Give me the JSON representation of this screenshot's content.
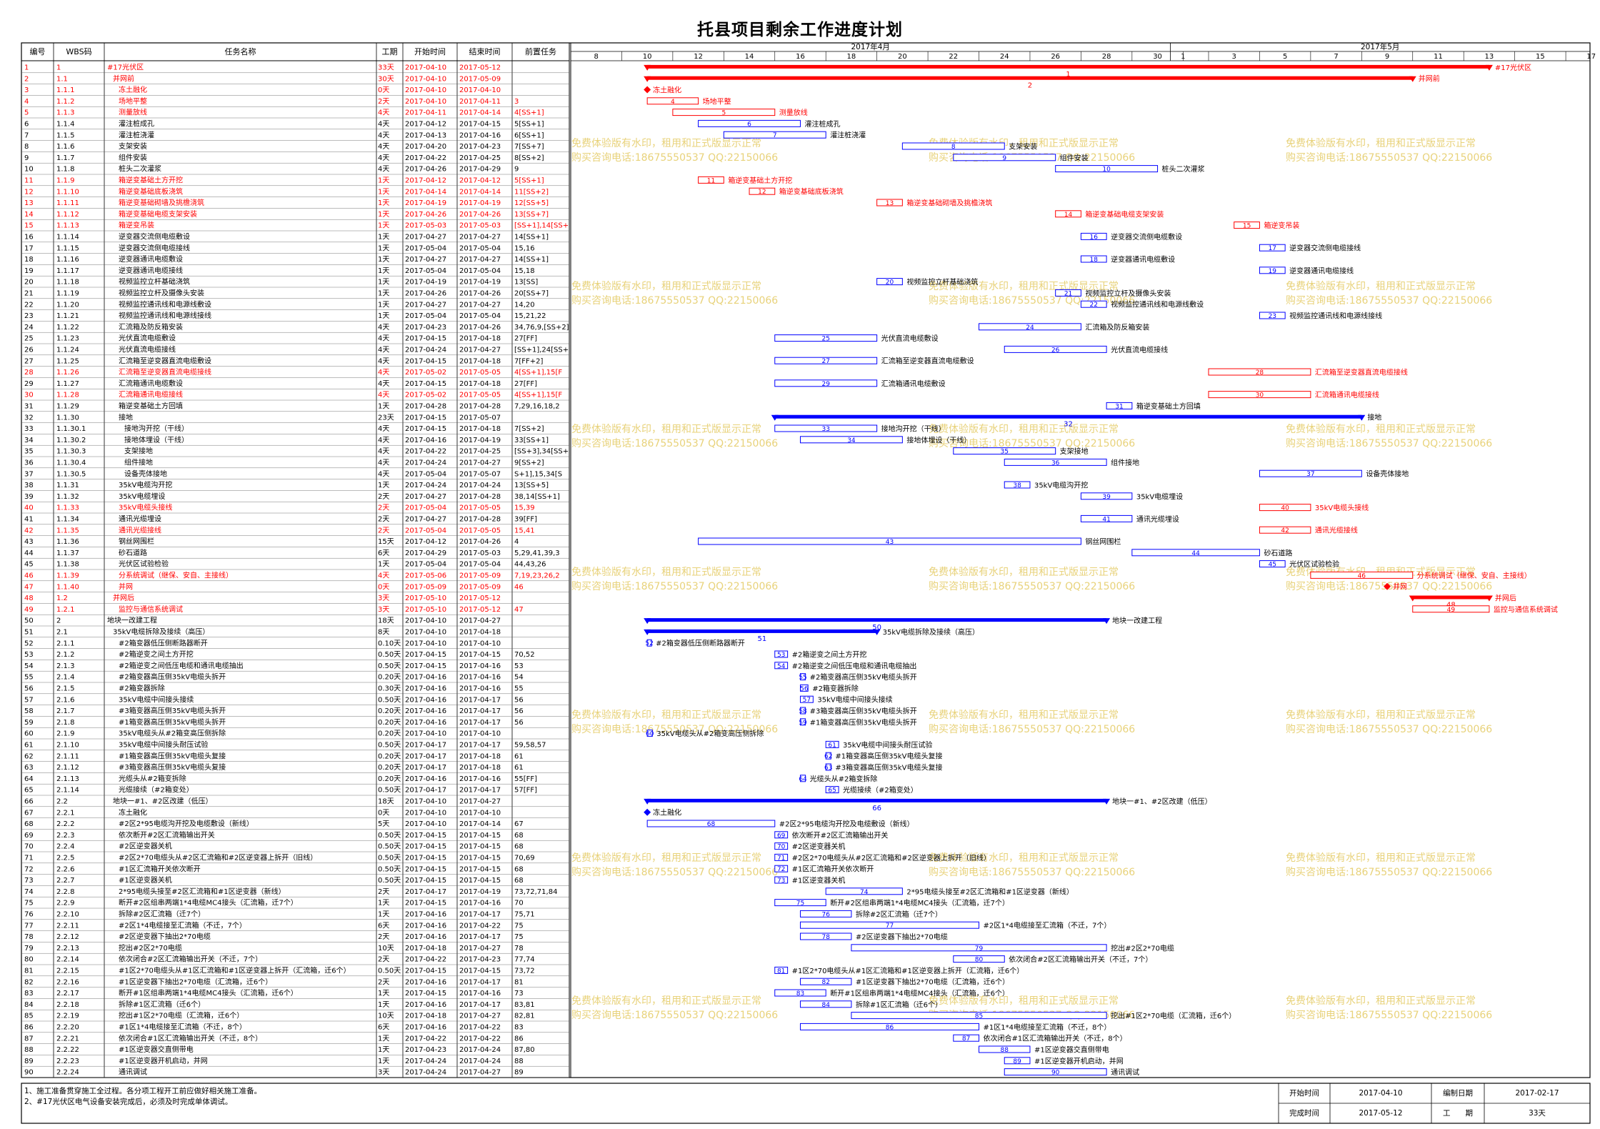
{
  "title": "托县项目剩余工作进度计划",
  "headers": {
    "num": "编号",
    "wbs": "WBS码",
    "name": "任务名称",
    "dur": "工期",
    "start": "开始时间",
    "end": "结束时间",
    "pred": "前置任务"
  },
  "months": [
    "2017年4月",
    "2017年5月"
  ],
  "day_ticks": [
    {
      "label": "8",
      "day": 8
    },
    {
      "label": "10",
      "day": 10
    },
    {
      "label": "12",
      "day": 12
    },
    {
      "label": "14",
      "day": 14
    },
    {
      "label": "16",
      "day": 16
    },
    {
      "label": "18",
      "day": 18
    },
    {
      "label": "20",
      "day": 20
    },
    {
      "label": "22",
      "day": 22
    },
    {
      "label": "24",
      "day": 24
    },
    {
      "label": "26",
      "day": 26
    },
    {
      "label": "28",
      "day": 28
    },
    {
      "label": "30",
      "day": 30
    },
    {
      "label": "1",
      "day": 31
    },
    {
      "label": "3",
      "day": 33
    },
    {
      "label": "5",
      "day": 35
    },
    {
      "label": "7",
      "day": 37
    },
    {
      "label": "9",
      "day": 39
    },
    {
      "label": "11",
      "day": 41
    },
    {
      "label": "13",
      "day": 43
    },
    {
      "label": "15",
      "day": 45
    },
    {
      "label": "17",
      "day": 47
    }
  ],
  "tasks": [
    {
      "n": "1",
      "w": "1",
      "name": "#17光伏区",
      "dur": "33天",
      "s": "2017-04-10",
      "e": "2017-05-12",
      "p": "",
      "red": true
    },
    {
      "n": "2",
      "w": "1.1",
      "name": "并网前",
      "dur": "30天",
      "s": "2017-04-10",
      "e": "2017-05-09",
      "p": "",
      "red": true
    },
    {
      "n": "3",
      "w": "1.1.1",
      "name": "冻土融化",
      "dur": "0天",
      "s": "2017-04-10",
      "e": "2017-04-10",
      "p": "",
      "red": true
    },
    {
      "n": "4",
      "w": "1.1.2",
      "name": "场地平整",
      "dur": "2天",
      "s": "2017-04-10",
      "e": "2017-04-11",
      "p": "3",
      "red": true
    },
    {
      "n": "5",
      "w": "1.1.3",
      "name": "测量放线",
      "dur": "4天",
      "s": "2017-04-11",
      "e": "2017-04-14",
      "p": "4[SS+1]",
      "red": true
    },
    {
      "n": "6",
      "w": "1.1.4",
      "name": "灌注桩成孔",
      "dur": "4天",
      "s": "2017-04-12",
      "e": "2017-04-15",
      "p": "5[SS+1]",
      "red": false
    },
    {
      "n": "7",
      "w": "1.1.5",
      "name": "灌注桩浇灌",
      "dur": "4天",
      "s": "2017-04-13",
      "e": "2017-04-16",
      "p": "6[SS+1]",
      "red": false
    },
    {
      "n": "8",
      "w": "1.1.6",
      "name": "支架安装",
      "dur": "4天",
      "s": "2017-04-20",
      "e": "2017-04-23",
      "p": "7[SS+7]",
      "red": false
    },
    {
      "n": "9",
      "w": "1.1.7",
      "name": "组件安装",
      "dur": "4天",
      "s": "2017-04-22",
      "e": "2017-04-25",
      "p": "8[SS+2]",
      "red": false
    },
    {
      "n": "10",
      "w": "1.1.8",
      "name": "桩头二次灌浆",
      "dur": "4天",
      "s": "2017-04-26",
      "e": "2017-04-29",
      "p": "9",
      "red": false
    },
    {
      "n": "11",
      "w": "1.1.9",
      "name": "箱逆变基础土方开挖",
      "dur": "1天",
      "s": "2017-04-12",
      "e": "2017-04-12",
      "p": "5[SS+1]",
      "red": true
    },
    {
      "n": "12",
      "w": "1.1.10",
      "name": "箱逆变基础底板浇筑",
      "dur": "1天",
      "s": "2017-04-14",
      "e": "2017-04-14",
      "p": "11[SS+2]",
      "red": true
    },
    {
      "n": "13",
      "w": "1.1.11",
      "name": "箱逆变基础砌墙及挑檐浇筑",
      "dur": "1天",
      "s": "2017-04-19",
      "e": "2017-04-19",
      "p": "12[SS+5]",
      "red": true
    },
    {
      "n": "14",
      "w": "1.1.12",
      "name": "箱逆变基础电缆支架安装",
      "dur": "1天",
      "s": "2017-04-26",
      "e": "2017-04-26",
      "p": "13[SS+7]",
      "red": true
    },
    {
      "n": "15",
      "w": "1.1.13",
      "name": "箱逆变吊装",
      "dur": "1天",
      "s": "2017-05-03",
      "e": "2017-05-03",
      "p": "[SS+1],14[SS+",
      "red": true
    },
    {
      "n": "16",
      "w": "1.1.14",
      "name": "逆变器交流侧电缆敷设",
      "dur": "1天",
      "s": "2017-04-27",
      "e": "2017-04-27",
      "p": "14[SS+1]",
      "red": false
    },
    {
      "n": "17",
      "w": "1.1.15",
      "name": "逆变器交流侧电缆接线",
      "dur": "1天",
      "s": "2017-05-04",
      "e": "2017-05-04",
      "p": "15,16",
      "red": false
    },
    {
      "n": "18",
      "w": "1.1.16",
      "name": "逆变器通讯电缆敷设",
      "dur": "1天",
      "s": "2017-04-27",
      "e": "2017-04-27",
      "p": "14[SS+1]",
      "red": false
    },
    {
      "n": "19",
      "w": "1.1.17",
      "name": "逆变器通讯电缆接线",
      "dur": "1天",
      "s": "2017-05-04",
      "e": "2017-05-04",
      "p": "15,18",
      "red": false
    },
    {
      "n": "20",
      "w": "1.1.18",
      "name": "视频监控立杆基础浇筑",
      "dur": "1天",
      "s": "2017-04-19",
      "e": "2017-04-19",
      "p": "13[SS]",
      "red": false
    },
    {
      "n": "21",
      "w": "1.1.19",
      "name": "视频监控立杆及摄像头安装",
      "dur": "1天",
      "s": "2017-04-26",
      "e": "2017-04-26",
      "p": "20[SS+7]",
      "red": false
    },
    {
      "n": "22",
      "w": "1.1.20",
      "name": "视频监控通讯线和电源线敷设",
      "dur": "1天",
      "s": "2017-04-27",
      "e": "2017-04-27",
      "p": "14,20",
      "red": false
    },
    {
      "n": "23",
      "w": "1.1.21",
      "name": "视频监控通讯线和电源线接线",
      "dur": "1天",
      "s": "2017-05-04",
      "e": "2017-05-04",
      "p": "15,21,22",
      "red": false
    },
    {
      "n": "24",
      "w": "1.1.22",
      "name": "汇流箱及防反箱安装",
      "dur": "4天",
      "s": "2017-04-23",
      "e": "2017-04-26",
      "p": "34,76,9,[SS+2]",
      "red": false
    },
    {
      "n": "25",
      "w": "1.1.23",
      "name": "光伏直流电缆敷设",
      "dur": "4天",
      "s": "2017-04-15",
      "e": "2017-04-18",
      "p": "27[FF]",
      "red": false
    },
    {
      "n": "26",
      "w": "1.1.24",
      "name": "光伏直流电缆接线",
      "dur": "4天",
      "s": "2017-04-24",
      "e": "2017-04-27",
      "p": "[SS+1],24[SS+",
      "red": false
    },
    {
      "n": "27",
      "w": "1.1.25",
      "name": "汇流箱至逆变器直流电缆敷设",
      "dur": "4天",
      "s": "2017-04-15",
      "e": "2017-04-18",
      "p": "7[FF+2]",
      "red": false
    },
    {
      "n": "28",
      "w": "1.1.26",
      "name": "汇流箱至逆变器直流电缆接线",
      "dur": "4天",
      "s": "2017-05-02",
      "e": "2017-05-05",
      "p": "4[SS+1],15[F",
      "red": true
    },
    {
      "n": "29",
      "w": "1.1.27",
      "name": "汇流箱通讯电缆敷设",
      "dur": "4天",
      "s": "2017-04-15",
      "e": "2017-04-18",
      "p": "27[FF]",
      "red": false
    },
    {
      "n": "30",
      "w": "1.1.28",
      "name": "汇流箱通讯电缆接线",
      "dur": "4天",
      "s": "2017-05-02",
      "e": "2017-05-05",
      "p": "4[SS+1],15[F",
      "red": true
    },
    {
      "n": "31",
      "w": "1.1.29",
      "name": "箱逆变基础土方回填",
      "dur": "1天",
      "s": "2017-04-28",
      "e": "2017-04-28",
      "p": "7,29,16,18,2",
      "red": false
    },
    {
      "n": "32",
      "w": "1.1.30",
      "name": "接地",
      "dur": "23天",
      "s": "2017-04-15",
      "e": "2017-05-07",
      "p": "",
      "red": false
    },
    {
      "n": "33",
      "w": "1.1.30.1",
      "name": "接地沟开挖（干线）",
      "dur": "4天",
      "s": "2017-04-15",
      "e": "2017-04-18",
      "p": "7[SS+2]",
      "red": false
    },
    {
      "n": "34",
      "w": "1.1.30.2",
      "name": "接地体埋设（干线）",
      "dur": "4天",
      "s": "2017-04-16",
      "e": "2017-04-19",
      "p": "33[SS+1]",
      "red": false
    },
    {
      "n": "35",
      "w": "1.1.30.3",
      "name": "支架接地",
      "dur": "4天",
      "s": "2017-04-22",
      "e": "2017-04-25",
      "p": "[SS+3],34[SS+",
      "red": false
    },
    {
      "n": "36",
      "w": "1.1.30.4",
      "name": "组件接地",
      "dur": "4天",
      "s": "2017-04-24",
      "e": "2017-04-27",
      "p": "9[SS+2]",
      "red": false
    },
    {
      "n": "37",
      "w": "1.1.30.5",
      "name": "设备壳体接地",
      "dur": "4天",
      "s": "2017-05-04",
      "e": "2017-05-07",
      "p": "S+1],15,34[S",
      "red": false
    },
    {
      "n": "38",
      "w": "1.1.31",
      "name": "35kV电缆沟开挖",
      "dur": "1天",
      "s": "2017-04-24",
      "e": "2017-04-24",
      "p": "13[SS+5]",
      "red": false
    },
    {
      "n": "39",
      "w": "1.1.32",
      "name": "35kV电缆埋设",
      "dur": "2天",
      "s": "2017-04-27",
      "e": "2017-04-28",
      "p": "38,14[SS+1]",
      "red": false
    },
    {
      "n": "40",
      "w": "1.1.33",
      "name": "35kV电缆头接线",
      "dur": "2天",
      "s": "2017-05-04",
      "e": "2017-05-05",
      "p": "15,39",
      "red": true
    },
    {
      "n": "41",
      "w": "1.1.34",
      "name": "通讯光缆埋设",
      "dur": "2天",
      "s": "2017-04-27",
      "e": "2017-04-28",
      "p": "39[FF]",
      "red": false
    },
    {
      "n": "42",
      "w": "1.1.35",
      "name": "通讯光缆接线",
      "dur": "2天",
      "s": "2017-05-04",
      "e": "2017-05-05",
      "p": "15,41",
      "red": true
    },
    {
      "n": "43",
      "w": "1.1.36",
      "name": "钢丝网围栏",
      "dur": "15天",
      "s": "2017-04-12",
      "e": "2017-04-26",
      "p": "4",
      "red": false
    },
    {
      "n": "44",
      "w": "1.1.37",
      "name": "砂石道路",
      "dur": "6天",
      "s": "2017-04-29",
      "e": "2017-05-03",
      "p": "5,29,41,39,3",
      "red": false
    },
    {
      "n": "45",
      "w": "1.1.38",
      "name": "光伏区试验检验",
      "dur": "1天",
      "s": "2017-05-04",
      "e": "2017-05-04",
      "p": "44,43,26",
      "red": false
    },
    {
      "n": "46",
      "w": "1.1.39",
      "name": "分系统调试（继保、安自、主接线）",
      "dur": "4天",
      "s": "2017-05-06",
      "e": "2017-05-09",
      "p": "7,19,23,26,2",
      "red": true
    },
    {
      "n": "47",
      "w": "1.1.40",
      "name": "并网",
      "dur": "0天",
      "s": "2017-05-09",
      "e": "2017-05-09",
      "p": "46",
      "red": true
    },
    {
      "n": "48",
      "w": "1.2",
      "name": "并网后",
      "dur": "3天",
      "s": "2017-05-10",
      "e": "2017-05-12",
      "p": "",
      "red": true
    },
    {
      "n": "49",
      "w": "1.2.1",
      "name": "监控与通信系统调试",
      "dur": "3天",
      "s": "2017-05-10",
      "e": "2017-05-12",
      "p": "47",
      "red": true
    },
    {
      "n": "50",
      "w": "2",
      "name": "地块一改建工程",
      "dur": "18天",
      "s": "2017-04-10",
      "e": "2017-04-27",
      "p": "",
      "red": false
    },
    {
      "n": "51",
      "w": "2.1",
      "name": "35kV电缆拆除及接续（高压）",
      "dur": "8天",
      "s": "2017-04-10",
      "e": "2017-04-18",
      "p": "",
      "red": false
    },
    {
      "n": "52",
      "w": "2.1.1",
      "name": "#2箱变器低压侧断路器断开",
      "dur": "0.10天",
      "s": "2017-04-10",
      "e": "2017-04-10",
      "p": "",
      "red": false
    },
    {
      "n": "53",
      "w": "2.1.2",
      "name": "#2箱逆变之间土方开挖",
      "dur": "0.50天",
      "s": "2017-04-15",
      "e": "2017-04-15",
      "p": "70,52",
      "red": false
    },
    {
      "n": "54",
      "w": "2.1.3",
      "name": "#2箱逆变之间低压电缆和通讯电缆抽出",
      "dur": "0.50天",
      "s": "2017-04-15",
      "e": "2017-04-16",
      "p": "53",
      "red": false
    },
    {
      "n": "55",
      "w": "2.1.4",
      "name": "#2箱变器高压侧35kV电缆头拆开",
      "dur": "0.20天",
      "s": "2017-04-16",
      "e": "2017-04-16",
      "p": "54",
      "red": false
    },
    {
      "n": "56",
      "w": "2.1.5",
      "name": "#2箱变器拆除",
      "dur": "0.30天",
      "s": "2017-04-16",
      "e": "2017-04-16",
      "p": "55",
      "red": false
    },
    {
      "n": "57",
      "w": "2.1.6",
      "name": "35kV电缆中间接头接续",
      "dur": "0.50天",
      "s": "2017-04-16",
      "e": "2017-04-17",
      "p": "56",
      "red": false
    },
    {
      "n": "58",
      "w": "2.1.7",
      "name": "#3箱变器高压侧35kV电缆头拆开",
      "dur": "0.20天",
      "s": "2017-04-16",
      "e": "2017-04-17",
      "p": "56",
      "red": false
    },
    {
      "n": "59",
      "w": "2.1.8",
      "name": "#1箱变器高压侧35kV电缆头拆开",
      "dur": "0.20天",
      "s": "2017-04-16",
      "e": "2017-04-17",
      "p": "56",
      "red": false
    },
    {
      "n": "60",
      "w": "2.1.9",
      "name": "35kV电缆头从#2箱变高压侧拆除",
      "dur": "0.20天",
      "s": "2017-04-10",
      "e": "2017-04-10",
      "p": "",
      "red": false
    },
    {
      "n": "61",
      "w": "2.1.10",
      "name": "35kV电缆中间接头耐压试验",
      "dur": "0.50天",
      "s": "2017-04-17",
      "e": "2017-04-17",
      "p": "59,58,57",
      "red": false
    },
    {
      "n": "62",
      "w": "2.1.11",
      "name": "#1箱变器高压侧35kV电缆头复接",
      "dur": "0.20天",
      "s": "2017-04-17",
      "e": "2017-04-18",
      "p": "61",
      "red": false
    },
    {
      "n": "63",
      "w": "2.1.12",
      "name": "#3箱变器高压侧35kV电缆头复接",
      "dur": "0.20天",
      "s": "2017-04-17",
      "e": "2017-04-18",
      "p": "61",
      "red": false
    },
    {
      "n": "64",
      "w": "2.1.13",
      "name": "光缆头从#2箱变拆除",
      "dur": "0.20天",
      "s": "2017-04-16",
      "e": "2017-04-16",
      "p": "55[FF]",
      "red": false
    },
    {
      "n": "65",
      "w": "2.1.14",
      "name": "光缆接续（#2箱变处）",
      "dur": "0.50天",
      "s": "2017-04-17",
      "e": "2017-04-17",
      "p": "57[FF]",
      "red": false
    },
    {
      "n": "66",
      "w": "2.2",
      "name": "地块一#1、#2区改建（低压）",
      "dur": "18天",
      "s": "2017-04-10",
      "e": "2017-04-27",
      "p": "",
      "red": false
    },
    {
      "n": "67",
      "w": "2.2.1",
      "name": "冻土融化",
      "dur": "0天",
      "s": "2017-04-10",
      "e": "2017-04-10",
      "p": "",
      "red": false
    },
    {
      "n": "68",
      "w": "2.2.2",
      "name": "#2区2*95电缆沟开挖及电缆敷设（新线）",
      "dur": "5天",
      "s": "2017-04-10",
      "e": "2017-04-14",
      "p": "67",
      "red": false
    },
    {
      "n": "69",
      "w": "2.2.3",
      "name": "依次断开#2区汇流箱输出开关",
      "dur": "0.50天",
      "s": "2017-04-15",
      "e": "2017-04-15",
      "p": "68",
      "red": false
    },
    {
      "n": "70",
      "w": "2.2.4",
      "name": "#2区逆变器关机",
      "dur": "0.50天",
      "s": "2017-04-15",
      "e": "2017-04-15",
      "p": "68",
      "red": false
    },
    {
      "n": "71",
      "w": "2.2.5",
      "name": "#2区2*70电缆头从#2区汇流箱和#2区逆变器上拆开（旧线）",
      "dur": "0.50天",
      "s": "2017-04-15",
      "e": "2017-04-15",
      "p": "70,69",
      "red": false
    },
    {
      "n": "72",
      "w": "2.2.6",
      "name": "#1区汇流箱开关依次断开",
      "dur": "0.50天",
      "s": "2017-04-15",
      "e": "2017-04-15",
      "p": "68",
      "red": false
    },
    {
      "n": "73",
      "w": "2.2.7",
      "name": "#1区逆变器关机",
      "dur": "0.50天",
      "s": "2017-04-15",
      "e": "2017-04-15",
      "p": "68",
      "red": false
    },
    {
      "n": "74",
      "w": "2.2.8",
      "name": "2*95电缆头接至#2区汇流箱和#1区逆变器（新线）",
      "dur": "2天",
      "s": "2017-04-17",
      "e": "2017-04-19",
      "p": "73,72,71,84",
      "red": false
    },
    {
      "n": "75",
      "w": "2.2.9",
      "name": "断开#2区组串两端1*4电缆MC4接头（汇流箱，迁7个）",
      "dur": "1天",
      "s": "2017-04-15",
      "e": "2017-04-16",
      "p": "70",
      "red": false
    },
    {
      "n": "76",
      "w": "2.2.10",
      "name": "拆除#2区汇流箱（迁7个）",
      "dur": "1天",
      "s": "2017-04-16",
      "e": "2017-04-17",
      "p": "75,71",
      "red": false
    },
    {
      "n": "77",
      "w": "2.2.11",
      "name": "#2区1*4电缆接至汇流箱（不迁，7个）",
      "dur": "6天",
      "s": "2017-04-16",
      "e": "2017-04-22",
      "p": "75",
      "red": false
    },
    {
      "n": "78",
      "w": "2.2.12",
      "name": "#2区逆变器下抽出2*70电缆",
      "dur": "2天",
      "s": "2017-04-16",
      "e": "2017-04-17",
      "p": "75",
      "red": false
    },
    {
      "n": "79",
      "w": "2.2.13",
      "name": "挖出#2区2*70电缆",
      "dur": "10天",
      "s": "2017-04-18",
      "e": "2017-04-27",
      "p": "78",
      "red": false
    },
    {
      "n": "80",
      "w": "2.2.14",
      "name": "依次闭合#2区汇流箱输出开关（不迁，7个）",
      "dur": "2天",
      "s": "2017-04-22",
      "e": "2017-04-23",
      "p": "77,74",
      "red": false
    },
    {
      "n": "81",
      "w": "2.2.15",
      "name": "#1区2*70电缆头从#1区汇流箱和#1区逆变器上拆开（汇流箱，迁6个）",
      "dur": "0.50天",
      "s": "2017-04-15",
      "e": "2017-04-15",
      "p": "73,72",
      "red": false
    },
    {
      "n": "82",
      "w": "2.2.16",
      "name": "#1区逆变器下抽出2*70电缆（汇流箱，迁6个）",
      "dur": "2天",
      "s": "2017-04-16",
      "e": "2017-04-17",
      "p": "81",
      "red": false
    },
    {
      "n": "83",
      "w": "2.2.17",
      "name": "断开#1区组串两端1*4电缆MC4接头（汇流箱，迁6个）",
      "dur": "1天",
      "s": "2017-04-15",
      "e": "2017-04-16",
      "p": "73",
      "red": false
    },
    {
      "n": "84",
      "w": "2.2.18",
      "name": "拆除#1区汇流箱（迁6个）",
      "dur": "1天",
      "s": "2017-04-16",
      "e": "2017-04-17",
      "p": "83,81",
      "red": false
    },
    {
      "n": "85",
      "w": "2.2.19",
      "name": "挖出#1区2*70电缆（汇流箱，迁6个）",
      "dur": "10天",
      "s": "2017-04-18",
      "e": "2017-04-27",
      "p": "82,81",
      "red": false
    },
    {
      "n": "86",
      "w": "2.2.20",
      "name": "#1区1*4电缆接至汇流箱（不迁，8个）",
      "dur": "6天",
      "s": "2017-04-16",
      "e": "2017-04-22",
      "p": "83",
      "red": false
    },
    {
      "n": "87",
      "w": "2.2.21",
      "name": "依次闭合#1区汇流箱输出开关（不迁，8个）",
      "dur": "1天",
      "s": "2017-04-22",
      "e": "2017-04-22",
      "p": "86",
      "red": false
    },
    {
      "n": "88",
      "w": "2.2.22",
      "name": "#1区逆变器交直侧带电",
      "dur": "1天",
      "s": "2017-04-23",
      "e": "2017-04-24",
      "p": "87,80",
      "red": false
    },
    {
      "n": "89",
      "w": "2.2.23",
      "name": "#1区逆变器开机启动，并网",
      "dur": "1天",
      "s": "2017-04-24",
      "e": "2017-04-24",
      "p": "88",
      "red": false
    },
    {
      "n": "90",
      "w": "2.2.24",
      "name": "通讯调试",
      "dur": "3天",
      "s": "2017-04-24",
      "e": "2017-04-27",
      "p": "89",
      "red": false
    }
  ],
  "footer": {
    "note1": "1、施工准备贯穿施工全过程。各分项工程开工前应做好相关施工准备。",
    "note2": "2、#17光伏区电气设备安装完成后，必须及时完成单体调试。",
    "start_label": "开始时间",
    "start_value": "2017-04-10",
    "end_label": "完成时间",
    "end_value": "2017-05-12",
    "made_label": "编制日期",
    "made_value": "2017-02-17",
    "dur_label": "工　　期",
    "dur_value": "33天"
  },
  "watermark": {
    "line1": "免费体验版有水印，租用和正式版显示正常",
    "line2": "购买咨询电话:18675550537 QQ:22150066"
  },
  "colors": {
    "red": "#ff0000",
    "blue": "#0000ff",
    "grid": "#000000",
    "watermark": "#e8d27a"
  },
  "chart_data": {
    "type": "gantt",
    "title": "托县项目剩余工作进度计划",
    "x_axis": {
      "unit": "day",
      "start": "2017-04-08",
      "end": "2017-05-18"
    },
    "note": "bars follow the task start/end dates in tasks[]"
  }
}
